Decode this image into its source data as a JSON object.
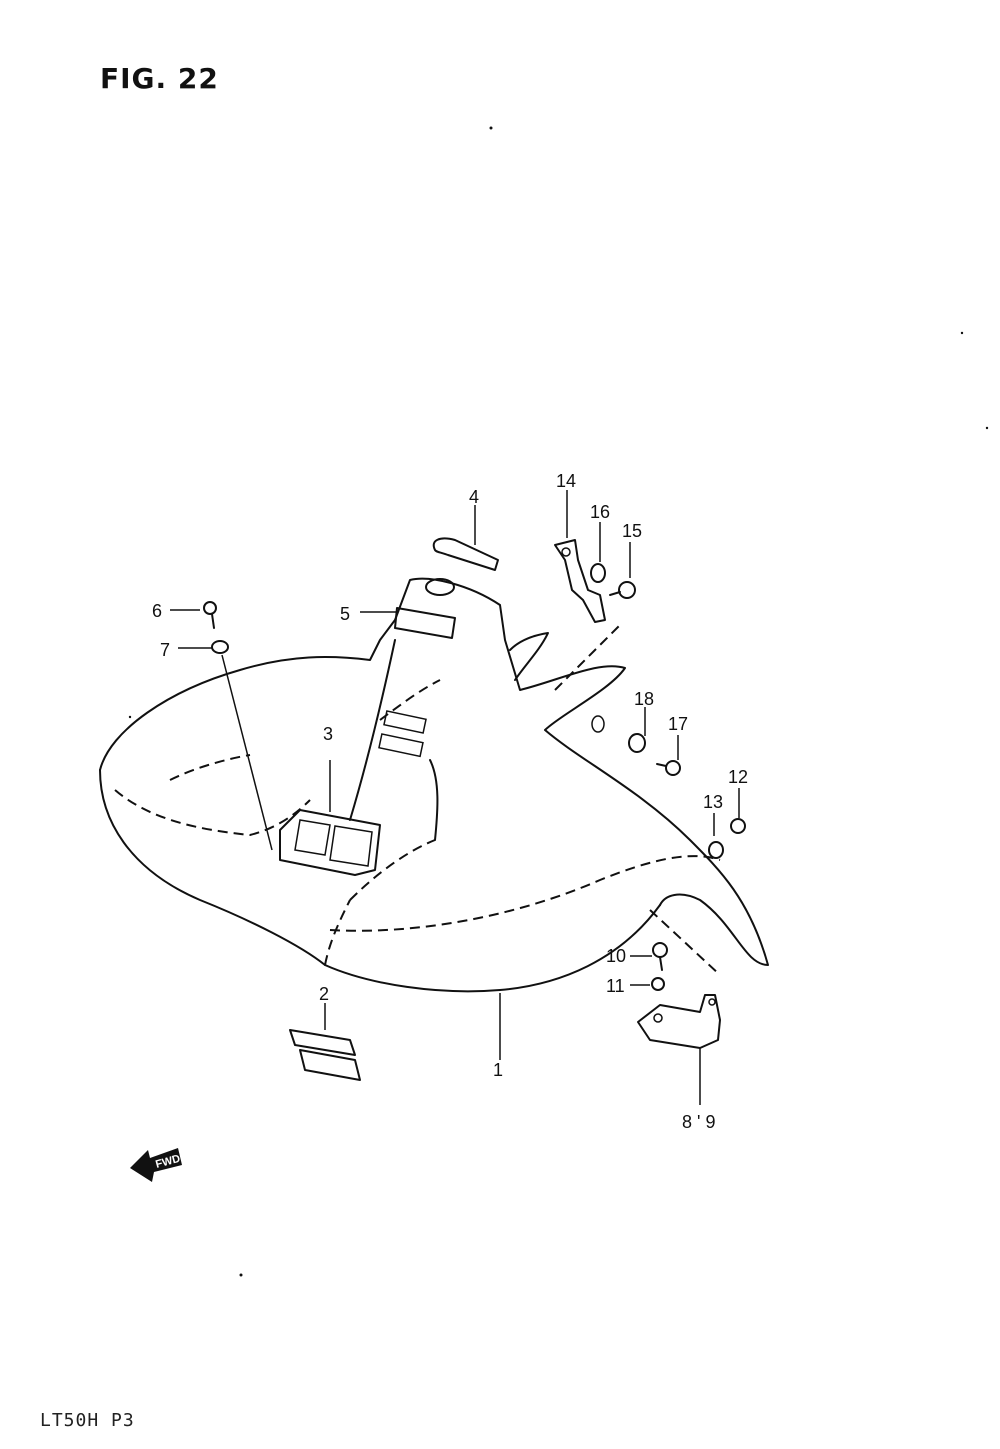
{
  "figure": {
    "title": "FIG. 22"
  },
  "footer": {
    "model_code": "LT50H P3"
  },
  "callouts": [
    {
      "id": "1",
      "label": "1"
    },
    {
      "id": "2",
      "label": "2"
    },
    {
      "id": "3",
      "label": "3"
    },
    {
      "id": "4",
      "label": "4"
    },
    {
      "id": "5",
      "label": "5"
    },
    {
      "id": "6",
      "label": "6"
    },
    {
      "id": "7",
      "label": "7"
    },
    {
      "id": "8_9",
      "label": "8 ' 9"
    },
    {
      "id": "10",
      "label": "10"
    },
    {
      "id": "11",
      "label": "11"
    },
    {
      "id": "12",
      "label": "12"
    },
    {
      "id": "13",
      "label": "13"
    },
    {
      "id": "14",
      "label": "14"
    },
    {
      "id": "15",
      "label": "15"
    },
    {
      "id": "16",
      "label": "16"
    },
    {
      "id": "17",
      "label": "17"
    },
    {
      "id": "18",
      "label": "18"
    }
  ],
  "direction_arrow": {
    "label": "FWD"
  }
}
